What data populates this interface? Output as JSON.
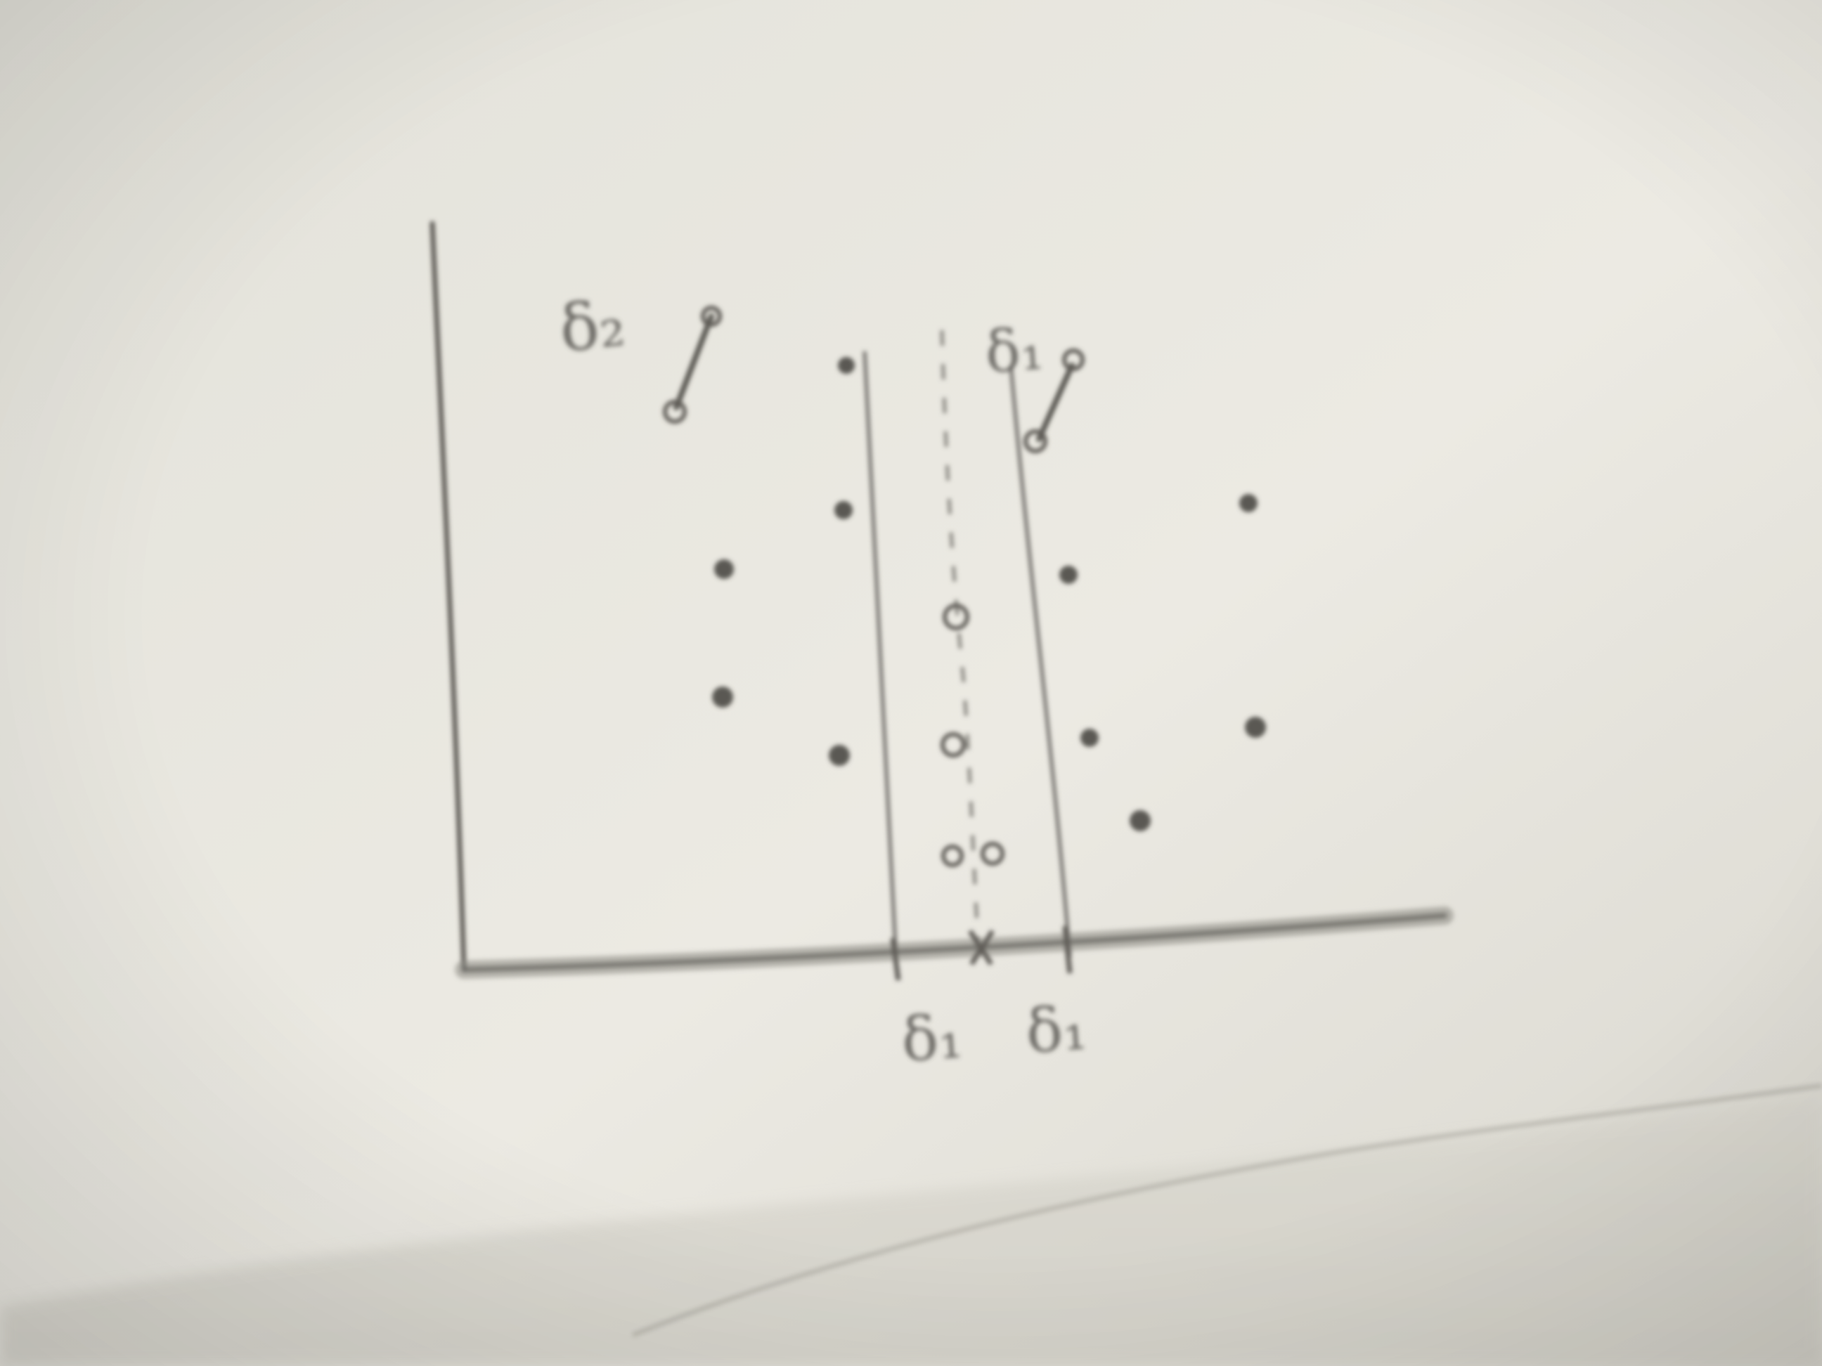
{
  "photo": {
    "subject": "handwritten-plot-sketch",
    "colors": {
      "paper_light": "#e9e8e1",
      "paper_shadow": "#b9b7ae",
      "pencil": "#5e5c57",
      "pencil_light": "#8a8882"
    }
  },
  "sketch": {
    "labels": {
      "top_left": "δ₂",
      "top_middle": "δ₁",
      "bottom_left": "δ₁",
      "bottom_right": "δ₁"
    },
    "marks": {
      "axis_tick_cross": "x"
    }
  }
}
